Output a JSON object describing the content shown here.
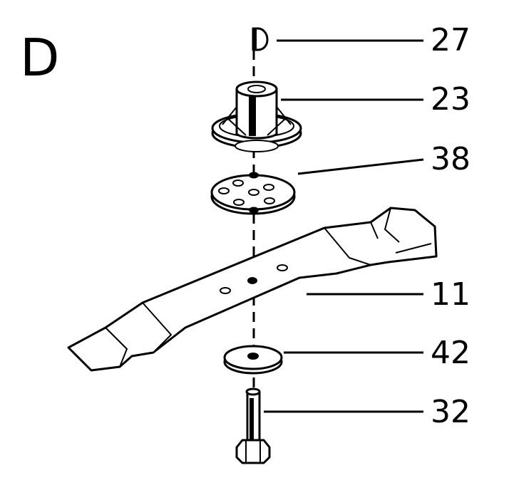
{
  "section": "D",
  "labels": {
    "key": "27",
    "blade_adapter": "23",
    "washer_plate": "38",
    "blade": "11",
    "washer": "42",
    "bolt": "32"
  }
}
